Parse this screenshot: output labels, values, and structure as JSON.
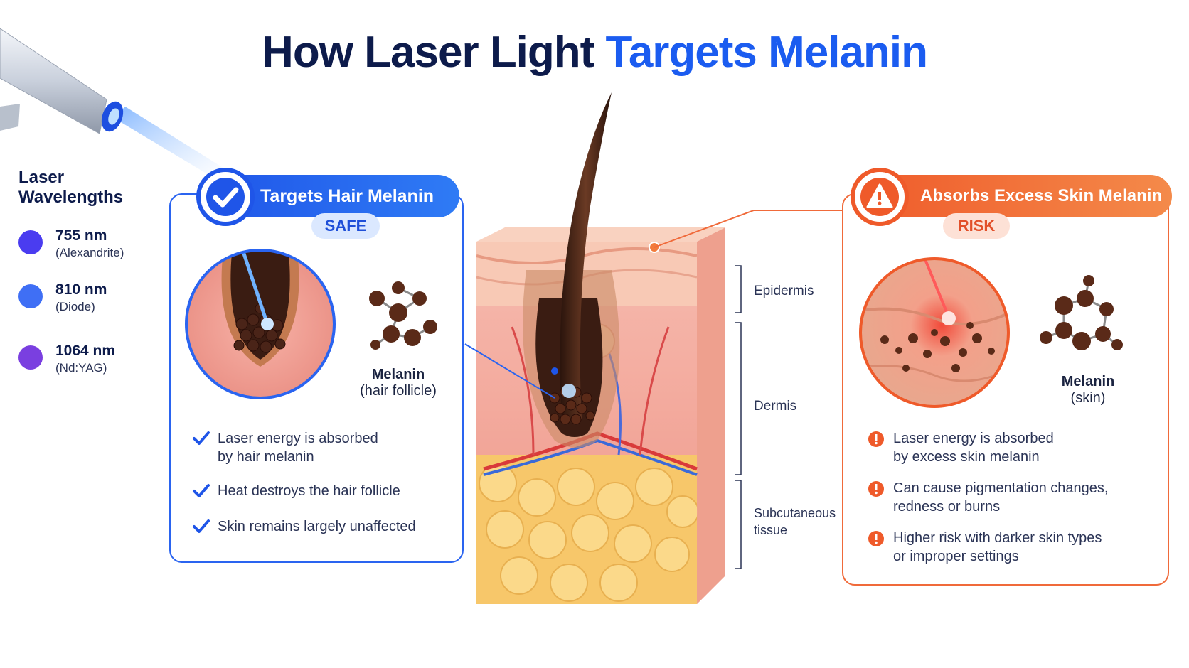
{
  "title": {
    "part1": "How Laser Light",
    "part2": "Targets Melanin"
  },
  "wavelengths": {
    "heading_line1": "Laser",
    "heading_line2": "Wavelengths",
    "items": [
      {
        "value": "755 nm",
        "name": "(Alexandrite)",
        "color": "#4a3cf0"
      },
      {
        "value": "810 nm",
        "name": "(Diode)",
        "color": "#3f6ff5"
      },
      {
        "value": "1064 nm",
        "name": "(Nd:YAG)",
        "color": "#7a3fe0"
      }
    ]
  },
  "safe_panel": {
    "heading": "Targets Hair Melanin",
    "tag": "SAFE",
    "melanin_label": "Melanin",
    "melanin_sub": "(hair follicle)",
    "bullets": [
      [
        "Laser energy is absorbed",
        "by hair melanin"
      ],
      [
        "Heat destroys the hair follicle"
      ],
      [
        "Skin remains largely unaffected"
      ]
    ],
    "accent": "#1f55e8"
  },
  "risk_panel": {
    "heading": "Absorbs Excess Skin Melanin",
    "tag": "RISK",
    "melanin_label": "Melanin",
    "melanin_sub": "(skin)",
    "bullets": [
      [
        "Laser energy is absorbed",
        "by excess skin melanin"
      ],
      [
        "Can cause pigmentation changes,",
        "redness or burns"
      ],
      [
        "Higher risk with darker skin types",
        "or improper settings"
      ]
    ],
    "accent": "#ef5a2a"
  },
  "skin_layers": {
    "epidermis": "Epidermis",
    "dermis": "Dermis",
    "subcutaneous_line1": "Subcutaneous",
    "subcutaneous_line2": "tissue"
  },
  "icons": {
    "safe_badge": "check-icon",
    "risk_badge": "warning-triangle-icon",
    "bullet_safe": "checkmark-icon",
    "bullet_risk": "exclamation-circle-icon"
  }
}
